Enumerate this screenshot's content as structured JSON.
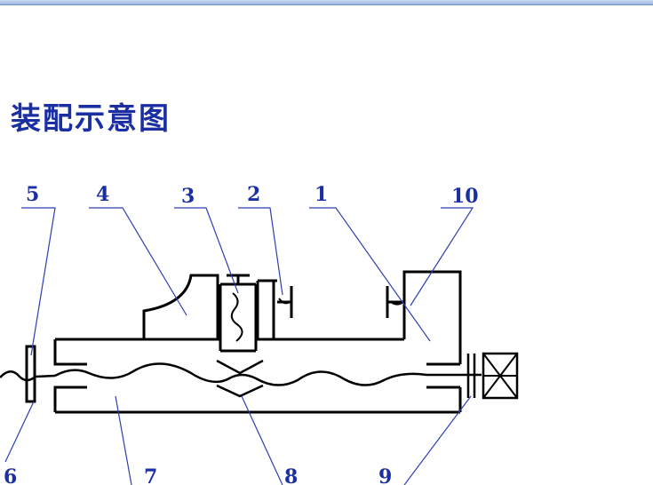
{
  "title": "装配示意图",
  "colors": {
    "drawing": "#000000",
    "leader": "#2d3fb0",
    "label": "#1b2fa3"
  },
  "part_labels": {
    "p1": "1",
    "p2": "2",
    "p3": "3",
    "p4": "4",
    "p5": "5",
    "p6": "6",
    "p7": "7",
    "p8": "8",
    "p9": "9",
    "p10": "10"
  }
}
